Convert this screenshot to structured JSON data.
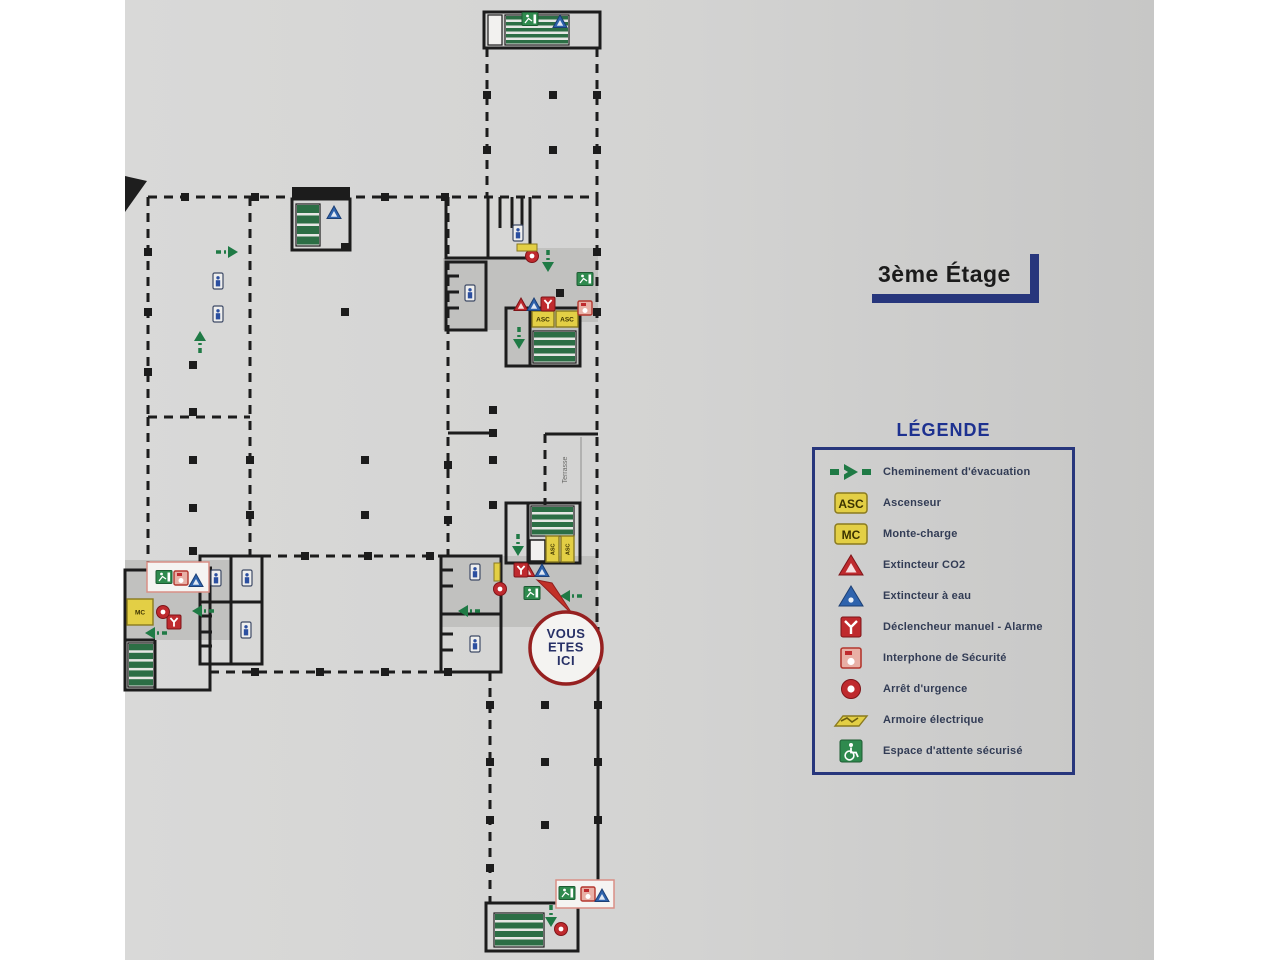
{
  "photo": {
    "floor_title": "3ème Étage"
  },
  "plan": {
    "you_are_here": {
      "line1": "VOUS",
      "line2": "ETES",
      "line3": "ICI"
    },
    "terrasse_label": "Terrasse",
    "asc_label": "ASC",
    "mc_label": "MC"
  },
  "legend": {
    "title": "LÉGENDE",
    "items": [
      {
        "icon": "evacuation-path",
        "label": "Cheminement d'évacuation"
      },
      {
        "icon": "elevator",
        "icon_text": "ASC",
        "label": "Ascenseur"
      },
      {
        "icon": "goods-lift",
        "icon_text": "MC",
        "label": "Monte-charge"
      },
      {
        "icon": "extinguisher-co2",
        "label": "Extincteur CO2"
      },
      {
        "icon": "extinguisher-water",
        "label": "Extincteur à eau"
      },
      {
        "icon": "manual-alarm",
        "label": "Déclencheur manuel - Alarme"
      },
      {
        "icon": "security-intercom",
        "label": "Interphone de Sécurité"
      },
      {
        "icon": "emergency-stop",
        "label": "Arrêt d'urgence"
      },
      {
        "icon": "electrical-cabinet",
        "label": "Armoire électrique"
      },
      {
        "icon": "secure-waiting-area",
        "label": "Espace d'attente sécurisé"
      }
    ]
  },
  "colors": {
    "accent_navy": "#27367c",
    "evacuation_green": "#1f7a45",
    "stair_green": "#2c6e45",
    "alarm_red": "#bf2a2e",
    "elevator_yellow": "#e3cf45",
    "water_blue": "#2e63ad",
    "corridor_gray": "#c1c1bf"
  }
}
